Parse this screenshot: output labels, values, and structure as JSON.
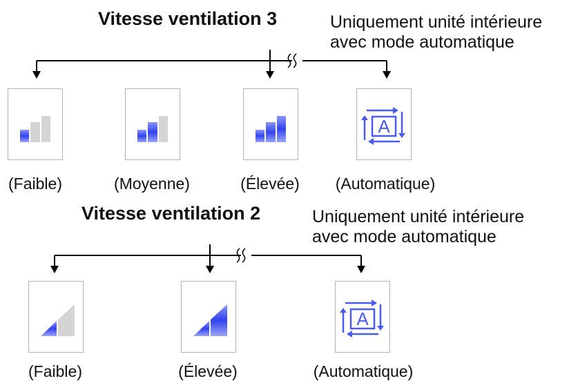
{
  "colors": {
    "accent_blue": "#4a5cf0",
    "inactive_gray": "#d4d4d4",
    "line": "#000000",
    "card_border": "#b3b3b3"
  },
  "section_3": {
    "title": "Vitesse ventilation 3",
    "note_line1": "Uniquement unité intérieure",
    "note_line2": "avec mode automatique",
    "options": [
      {
        "label": "(Faible)",
        "icon": "fan-speed-low-icon",
        "active_bars": 1,
        "total_bars": 3
      },
      {
        "label": "(Moyenne)",
        "icon": "fan-speed-medium-icon",
        "active_bars": 2,
        "total_bars": 3
      },
      {
        "label": "(Élevée)",
        "icon": "fan-speed-high-icon",
        "active_bars": 3,
        "total_bars": 3
      },
      {
        "label": "(Automatique)",
        "icon": "fan-speed-auto-icon",
        "glyph": "A"
      }
    ]
  },
  "section_2": {
    "title": "Vitesse ventilation 2",
    "note_line1": "Uniquement unité intérieure",
    "note_line2": "avec mode automatique",
    "options": [
      {
        "label": "(Faible)",
        "icon": "fan-speed-low-icon",
        "active_bars": 1,
        "total_bars": 2
      },
      {
        "label": "(Élevée)",
        "icon": "fan-speed-high-icon",
        "active_bars": 2,
        "total_bars": 2
      },
      {
        "label": "(Automatique)",
        "icon": "fan-speed-auto-icon",
        "glyph": "A"
      }
    ]
  }
}
